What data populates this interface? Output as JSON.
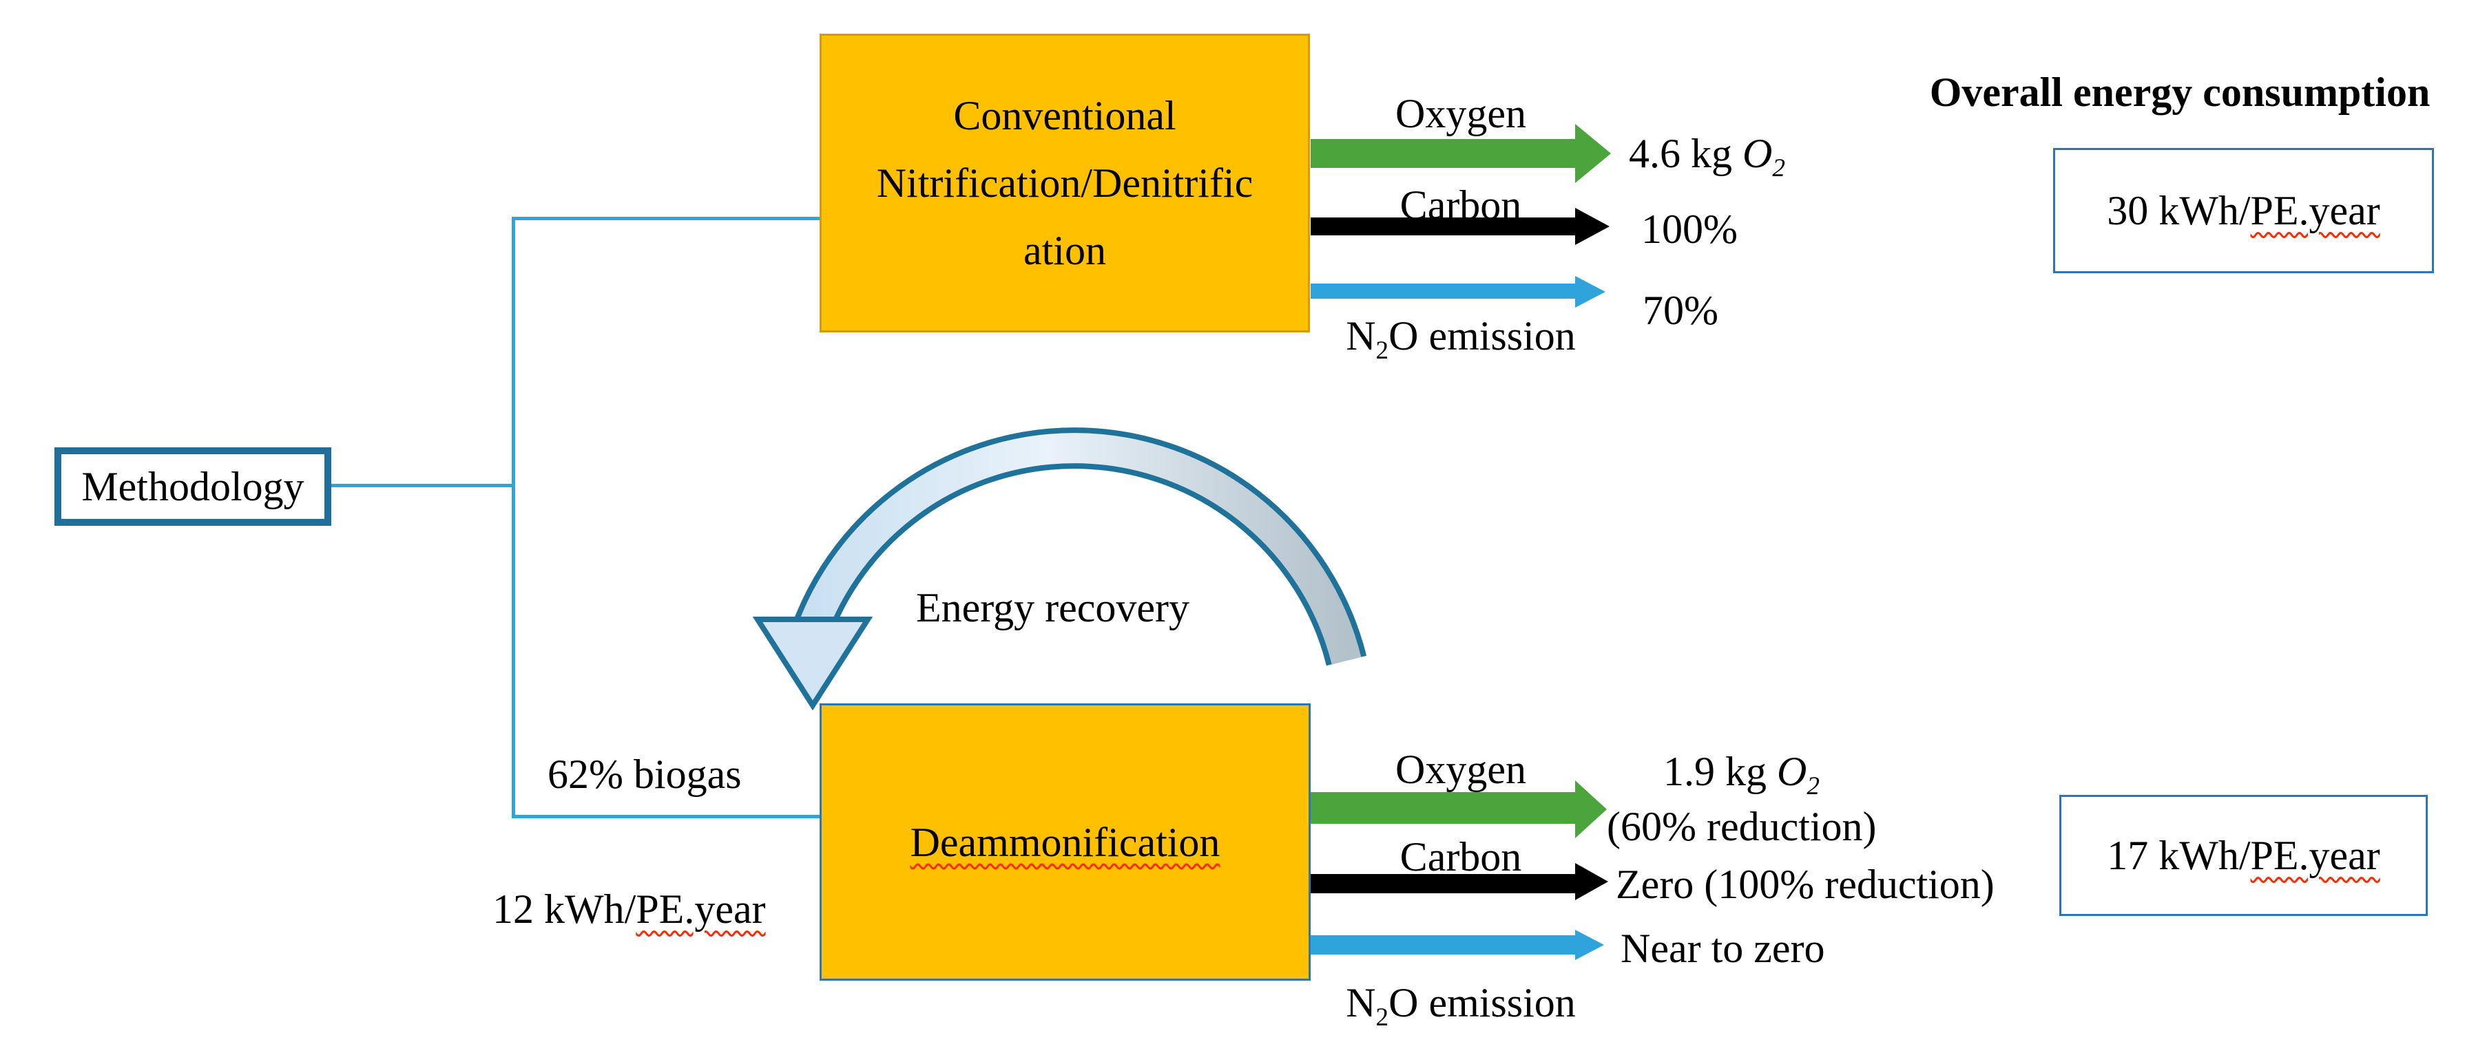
{
  "colors": {
    "process_fill": "#FFC000",
    "process_border_top": "#D49B00",
    "process_border_bottom": "#2E75B6",
    "connector_blue": "#2FA3DC",
    "methodology_border": "#1E6F9E",
    "result_box_border": "#2E75B6",
    "oxygen_arrow_green": "#4BA53C",
    "carbon_arrow_black": "#000000",
    "n2o_arrow_blue": "#2FA3DC",
    "recovery_arch_outline": "#1F7299",
    "spellcheck_red": "#FF2A00"
  },
  "methodology": {
    "label": "Methodology"
  },
  "conventional": {
    "line1": "Conventional",
    "line2": "Nitrification/Denitrific",
    "line3": "ation"
  },
  "deammonification": {
    "label": "Deammonification"
  },
  "top_outputs": {
    "oxygen_label": "Oxygen",
    "oxygen_value_prefix": "4.6 kg ",
    "oxygen_symbol": "O",
    "oxygen_subscript": "2",
    "carbon_label": "Carbon",
    "carbon_value": "100%",
    "n2o_n": "N",
    "n2o_sub": "2",
    "n2o_rest": "O emission",
    "n2o_value": "70%"
  },
  "bottom_outputs": {
    "oxygen_label": "Oxygen",
    "oxygen_value_prefix": "1.9 kg ",
    "oxygen_symbol": "O",
    "oxygen_subscript": "2",
    "oxygen_value_line2": "(60% reduction)",
    "carbon_label": "Carbon",
    "carbon_value": "Zero (100% reduction)",
    "n2o_n": "N",
    "n2o_sub": "2",
    "n2o_rest": "O emission",
    "n2o_value": "Near to zero"
  },
  "energy": {
    "header": "Overall energy consumption",
    "conventional_prefix": "30 kWh/",
    "conventional_unit": "PE.year",
    "deammonification_prefix": "17 kWh/",
    "deammonification_unit": "PE.year"
  },
  "recovery": {
    "arrow_label": "Energy recovery",
    "biogas": "62% biogas",
    "input_prefix": "12 kWh/",
    "input_unit": "PE.year"
  }
}
